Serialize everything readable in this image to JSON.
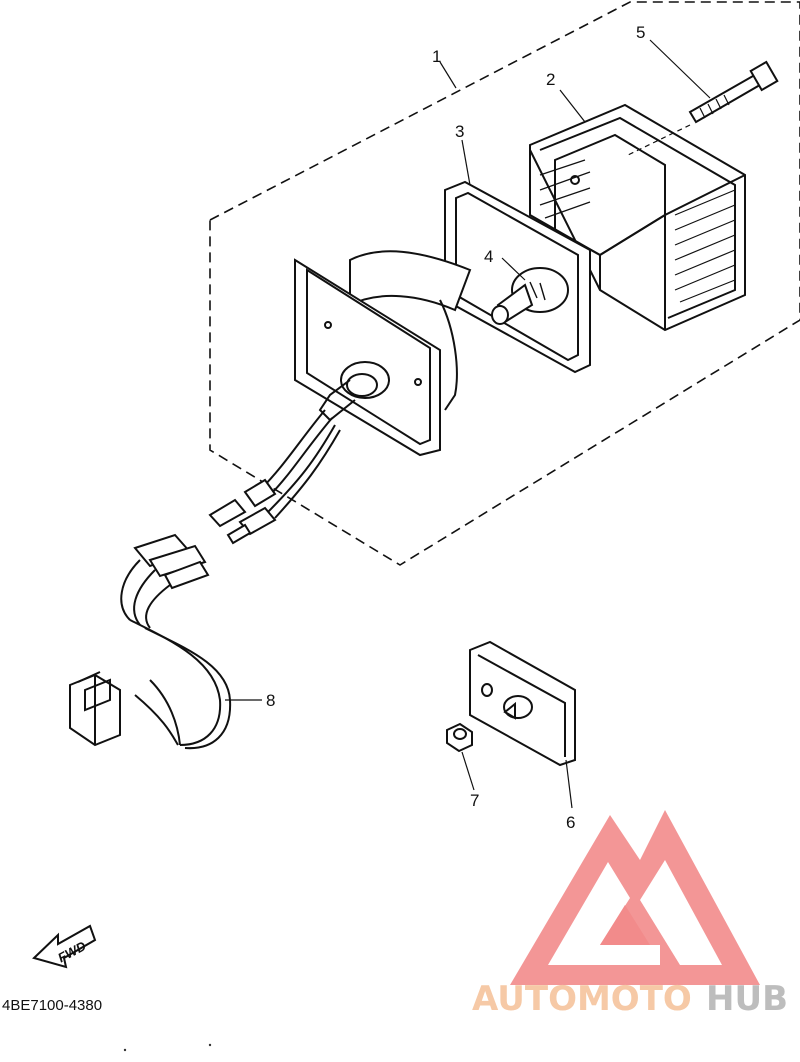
{
  "diagram": {
    "part_code": "4BE7100-4380",
    "fwd_label": "FWD",
    "callouts": {
      "c1": "1",
      "c2": "2",
      "c3": "3",
      "c4": "4",
      "c5": "5",
      "c6": "6",
      "c7": "7",
      "c8": "8"
    }
  },
  "watermark": {
    "text_orange": "AUTOMOTO",
    "text_grey": "HUB",
    "logo_color": "#f28b8b",
    "orange_color": "#f6c9a6",
    "grey_color": "#bdbdbd"
  }
}
